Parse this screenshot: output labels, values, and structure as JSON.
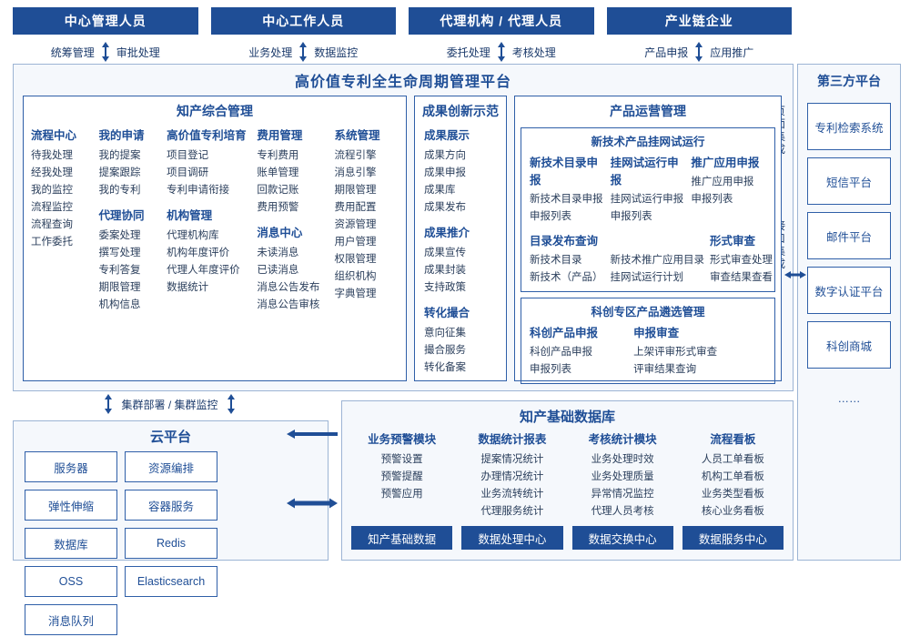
{
  "roles": [
    {
      "label": "中心管理人员",
      "left_action": "统筹管理",
      "right_action": "审批处理"
    },
    {
      "label": "中心工作人员",
      "left_action": "业务处理",
      "right_action": "数据监控"
    },
    {
      "label": "代理机构 / 代理人员",
      "left_action": "委托处理",
      "right_action": "考核处理"
    },
    {
      "label": "产业链企业",
      "left_action": "产品申报",
      "right_action": "应用推广"
    }
  ],
  "platform": {
    "title": "高价值专利全生命周期管理平台",
    "integration_vertical_1": "页面集成",
    "integration_vertical_2": "接口集成",
    "ip_management": {
      "title": "知产综合管理",
      "columns": [
        {
          "head": "流程中心",
          "items": [
            "待我处理",
            "经我处理",
            "我的监控",
            "流程监控",
            "流程查询",
            "工作委托"
          ]
        },
        {
          "head": "我的申请",
          "items": [
            "我的提案",
            "提案跟踪",
            "我的专利"
          ],
          "head2": "代理协同",
          "items2": [
            "委案处理",
            "撰写处理",
            "专利答复",
            "期限管理",
            "机构信息"
          ]
        },
        {
          "head": "高价值专利培育",
          "items": [
            "项目登记",
            "项目调研",
            "专利申请衔接"
          ],
          "head2": "机构管理",
          "items2": [
            "代理机构库",
            "机构年度评价",
            "代理人年度评价",
            "数据统计"
          ]
        },
        {
          "head": "费用管理",
          "items": [
            "专利费用",
            "账单管理",
            "回款记账",
            "费用预警"
          ],
          "head2": "消息中心",
          "items2": [
            "未读消息",
            "已读消息",
            "消息公告发布",
            "消息公告审核"
          ]
        },
        {
          "head": "系统管理",
          "items": [
            "流程引擎",
            "消息引擎",
            "期限管理",
            "费用配置",
            "资源管理",
            "用户管理",
            "权限管理",
            "组织机构",
            "字典管理"
          ]
        }
      ]
    },
    "achievement": {
      "title": "成果创新示范",
      "groups": [
        {
          "head": "成果展示",
          "items": [
            "成果方向",
            "成果申报",
            "成果库",
            "成果发布"
          ]
        },
        {
          "head": "成果推介",
          "items": [
            "成果宣传",
            "成果封装",
            "支持政策"
          ]
        },
        {
          "head": "转化撮合",
          "items": [
            "意向征集",
            "撮合服务",
            "转化备案"
          ]
        }
      ]
    },
    "product_ops": {
      "title": "产品运营管理",
      "sub1": {
        "head": "新技术产品挂网试运行",
        "columns": [
          {
            "head": "新技术目录申报",
            "items": [
              "新技术目录申报",
              "申报列表"
            ]
          },
          {
            "head": "挂网试运行申报",
            "items": [
              "挂网试运行申报",
              "申报列表"
            ]
          },
          {
            "head": "推广应用申报",
            "items": [
              "推广应用申报",
              "申报列表"
            ]
          }
        ],
        "columns2": [
          {
            "head": "目录发布查询",
            "items": [
              "新技术目录",
              "新技术（产品）",
              "新技术推广应用目录",
              "挂网试运行计划"
            ]
          },
          {
            "head": "形式审查",
            "items": [
              "形式审查处理",
              "审查结果查看"
            ]
          }
        ]
      },
      "sub2": {
        "head": "科创专区产品遴选管理",
        "columns": [
          {
            "head": "科创产品申报",
            "items": [
              "科创产品申报",
              "申报列表"
            ]
          },
          {
            "head": "申报审查",
            "items": [
              "上架评审形式审查",
              "评审结果查询"
            ]
          }
        ]
      }
    }
  },
  "third_party": {
    "title": "第三方平台",
    "items": [
      "专利检索系统",
      "短信平台",
      "邮件平台",
      "数字认证平台",
      "科创商城",
      "……"
    ]
  },
  "cloud": {
    "cluster_label": "集群部署 / 集群监控",
    "title": "云平台",
    "cells": [
      "服务器",
      "资源编排",
      "弹性伸缩",
      "容器服务",
      "数据库",
      "Redis",
      "OSS",
      "Elasticsearch",
      "消息队列"
    ]
  },
  "database": {
    "title": "知产基础数据库",
    "columns": [
      {
        "head": "业务预警模块",
        "items": [
          "预警设置",
          "预警提醒",
          "预警应用"
        ]
      },
      {
        "head": "数据统计报表",
        "items": [
          "提案情况统计",
          "办理情况统计",
          "业务流转统计",
          "代理服务统计"
        ]
      },
      {
        "head": "考核统计模块",
        "items": [
          "业务处理时效",
          "业务处理质量",
          "异常情况监控",
          "代理人员考核"
        ]
      },
      {
        "head": "流程看板",
        "items": [
          "人员工单看板",
          "机构工单看板",
          "业务类型看板",
          "核心业务看板"
        ]
      }
    ],
    "buttons": [
      "知产基础数据",
      "数据处理中心",
      "数据交换中心",
      "数据服务中心"
    ]
  }
}
